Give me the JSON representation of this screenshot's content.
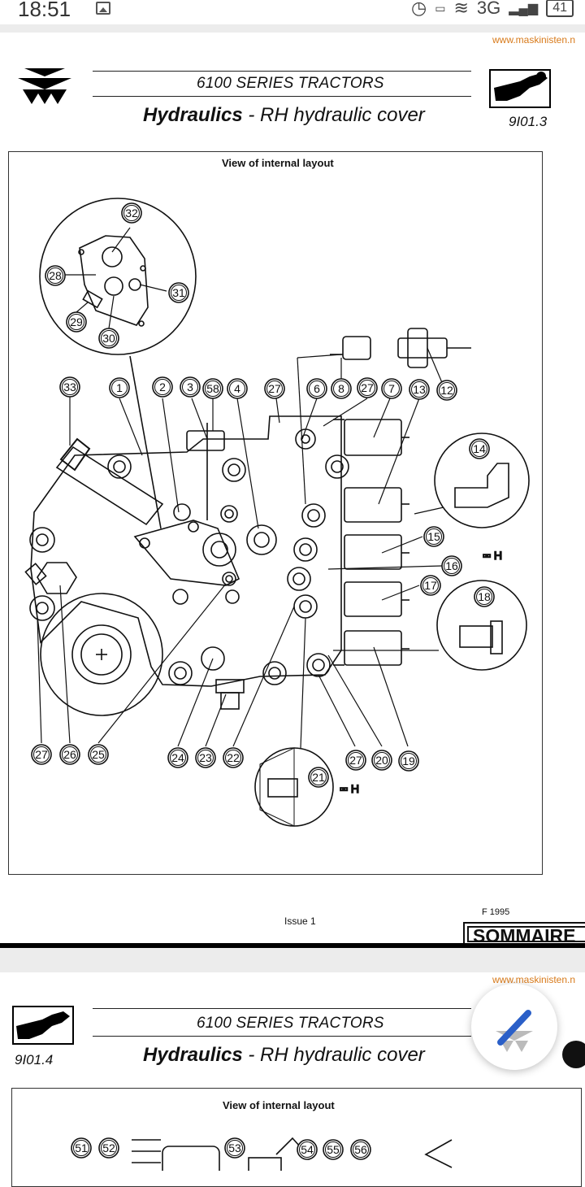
{
  "status_bar": {
    "time": "18:51",
    "network": "3G",
    "battery": "41",
    "icons": [
      "gallery-icon",
      "alarm-icon",
      "cast-icon",
      "wifi-icon",
      "signal-icon",
      "battery-icon"
    ]
  },
  "page1": {
    "url": "www.maskinisten.n",
    "series": "6100 SERIES TRACTORS",
    "title_bold": "Hydraulics",
    "title_rest": " - RH hydraulic cover",
    "code": "9I01.3",
    "caption": "View of internal layout",
    "issue": "Issue 1",
    "date_fragment": "F      1995",
    "callouts": [
      "1",
      "2",
      "3",
      "58",
      "4",
      "27",
      "6",
      "8",
      "27",
      "7",
      "13",
      "12",
      "32",
      "28",
      "31",
      "29",
      "30",
      "33",
      "14",
      "15",
      "16",
      "17",
      "18",
      "27",
      "26",
      "25",
      "24",
      "23",
      "22",
      "27",
      "20",
      "19",
      "21"
    ]
  },
  "sommaire_label": "SOMMAIRE",
  "page2": {
    "url": "www.maskinisten.n",
    "series": "6100 SERIES TRACTORS",
    "title_bold": "Hydraulics",
    "title_rest": " - RH hydraulic cover",
    "code": "9I01.4",
    "caption": "View of internal layout",
    "callouts": [
      "51",
      "52",
      "53",
      "54",
      "55",
      "56"
    ]
  },
  "colors": {
    "url": "#d87a1a",
    "fab_blue": "#2a5fc8"
  }
}
